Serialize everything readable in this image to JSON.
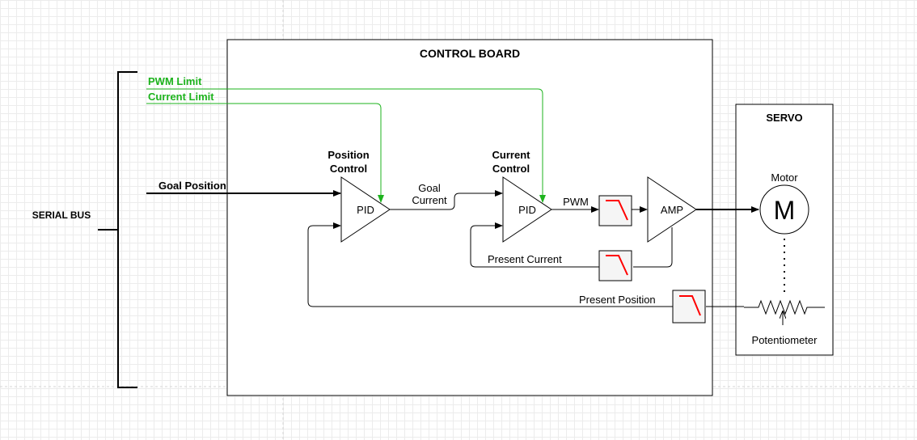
{
  "colors": {
    "stroke": "#000000",
    "control_line": "#1db31d",
    "filter_curve": "#ff0000",
    "filter_box": "#f5f5f5",
    "grid": "#ececec"
  },
  "serial_bus": {
    "label": "SERIAL BUS"
  },
  "control_board": {
    "title": "CONTROL BOARD"
  },
  "servo": {
    "title": "SERVO",
    "motor_label": "Motor",
    "motor_symbol": "M",
    "potentiometer_label": "Potentiometer"
  },
  "signals": {
    "pwm_limit": "PWM Limit",
    "current_limit": "Current Limit",
    "goal_position": "Goal Position",
    "goal_current_line1": "Goal",
    "goal_current_line2": "Current",
    "pwm": "PWM",
    "present_current": "Present Current",
    "present_position": "Present Position"
  },
  "blocks": {
    "position_control_line1": "Position",
    "position_control_line2": "Control",
    "current_control_line1": "Current",
    "current_control_line2": "Control",
    "pid_label": "PID",
    "amp_label": "AMP"
  },
  "icons": {
    "filter": "low-pass-filter-icon",
    "motor": "motor-icon",
    "potentiometer": "potentiometer-icon"
  }
}
